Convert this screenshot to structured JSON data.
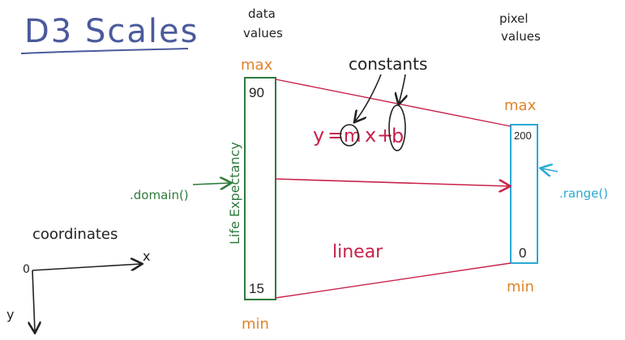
{
  "title": "D3 Scales",
  "header": {
    "data_values": [
      "data",
      "values"
    ],
    "pixel_values": [
      "pixel",
      "values"
    ]
  },
  "domain": {
    "max_label": "max",
    "min_label": "min",
    "max_value": "90",
    "min_value": "15",
    "axis_label": "Life Expectancy",
    "method": ".domain()"
  },
  "range": {
    "max_label": "max",
    "min_label": "min",
    "max_value": "200",
    "min_value": "0",
    "method": ".range()"
  },
  "formula": {
    "y": "y",
    "eq": "=",
    "m": "m",
    "x": "x",
    "plus": "+",
    "b": "b"
  },
  "constants_label": "constants",
  "scale_type": "linear",
  "coordinates": {
    "label": "coordinates",
    "origin": "0",
    "x_axis": "x",
    "y_axis": "y"
  },
  "colors": {
    "title": "#4a5a9c",
    "ink": "#222222",
    "orange": "#e0832a",
    "green": "#2e7a3c",
    "cyan": "#2aa9d6",
    "red": "#c8224a"
  }
}
